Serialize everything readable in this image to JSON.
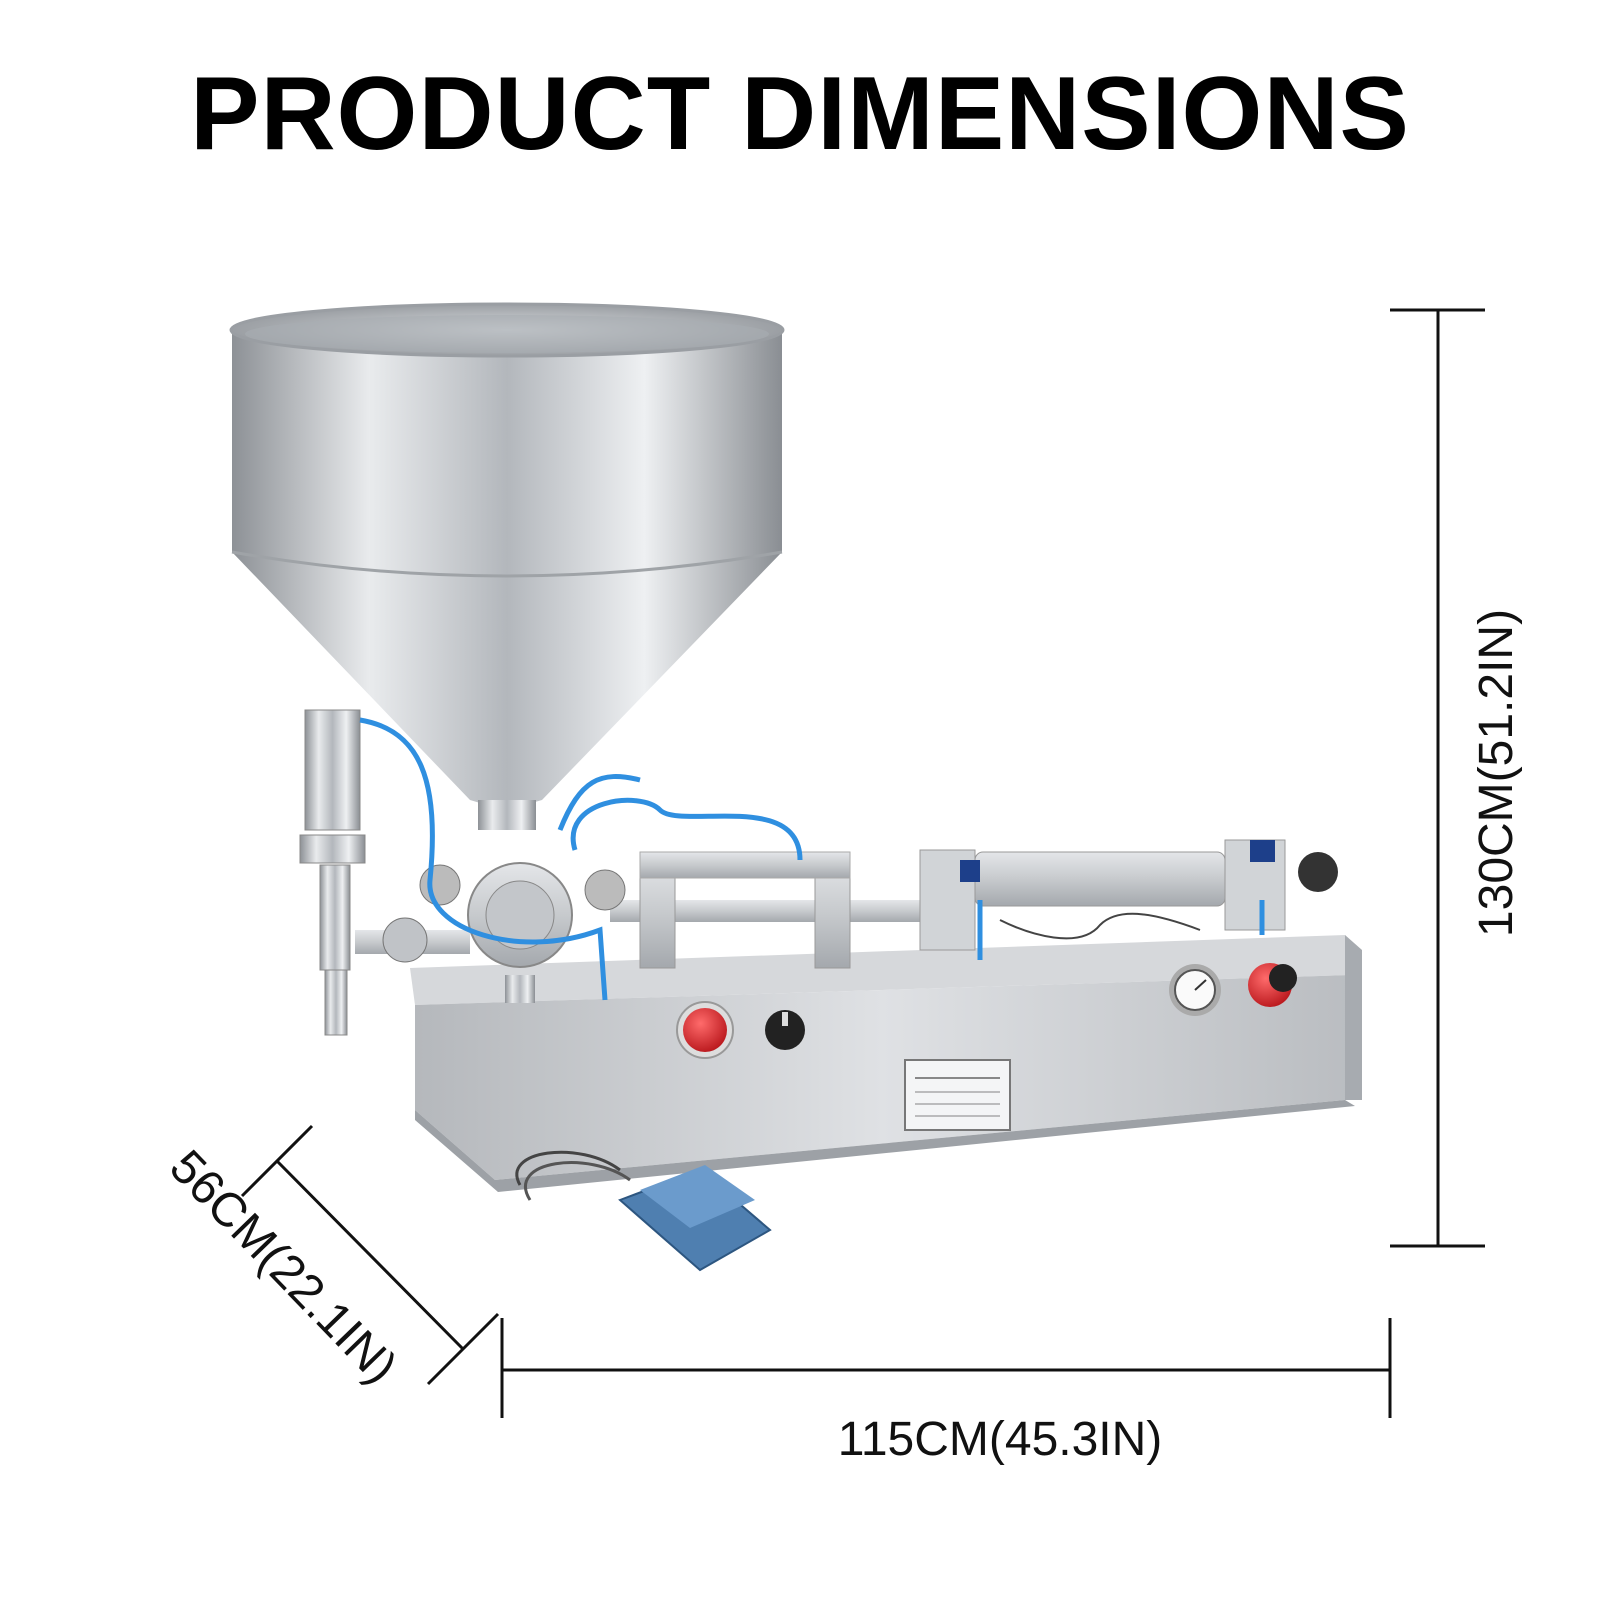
{
  "title": "PRODUCT DIMENSIONS",
  "dimensions": {
    "height_label": "130CM(51.2IN)",
    "width_label": "115CM(45.3IN)",
    "depth_label": "56CM(22.1IN)"
  },
  "colors": {
    "background": "#ffffff",
    "steel": "#c9ccd0",
    "emergency_button": "#d5262b",
    "hose": "#2f8fe0",
    "pedal": "#4f7fb0"
  }
}
